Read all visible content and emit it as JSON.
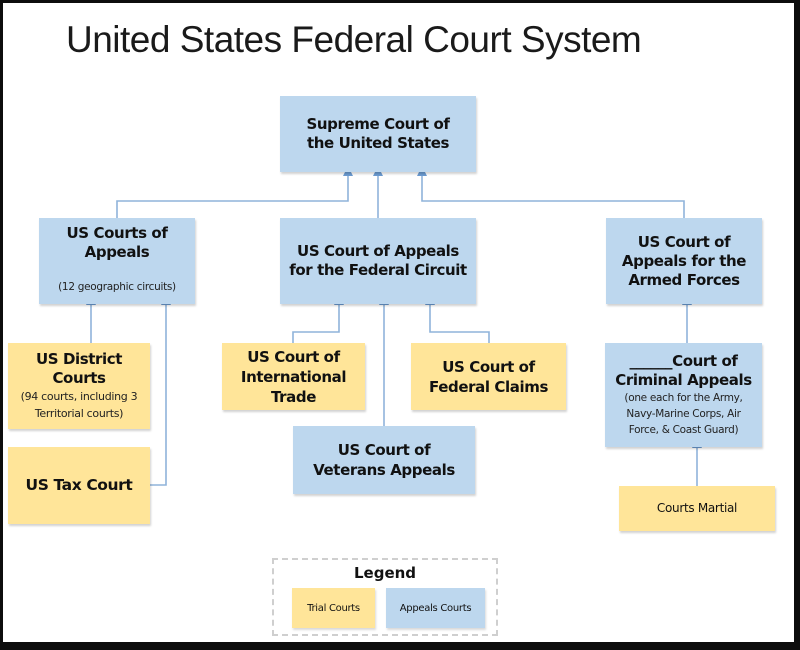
{
  "title": "United States Federal Court System",
  "colors": {
    "appeals": "#bdd7ee",
    "trial": "#ffe599",
    "connector": "#7fa7d0",
    "frame": "#0d0d0d"
  },
  "nodes": {
    "supreme": {
      "main": "Supreme Court of the United States",
      "type": "appeals"
    },
    "courts_of_appeals": {
      "main": "US Courts of Appeals",
      "sub": "(12 geographic circuits)",
      "type": "appeals"
    },
    "federal_circuit": {
      "main": "US Court of Appeals for the Federal Circuit",
      "type": "appeals"
    },
    "armed_forces": {
      "main": "US Court of Appeals for the Armed Forces",
      "type": "appeals"
    },
    "district_courts": {
      "main": "US District Courts",
      "sub": "(94 courts, including 3 Territorial courts)",
      "type": "trial"
    },
    "tax_court": {
      "main": "US Tax Court",
      "type": "trial"
    },
    "international_trade": {
      "main": "US Court of International Trade",
      "type": "trial"
    },
    "federal_claims": {
      "main": "US Court of Federal Claims",
      "type": "trial"
    },
    "veterans_appeals": {
      "main": "US Court of Veterans Appeals",
      "type": "appeals"
    },
    "criminal_appeals": {
      "main": "______Court of Criminal Appeals",
      "sub": "(one each for the Army, Navy-Marine Corps, Air Force, & Coast Guard)",
      "type": "appeals"
    },
    "courts_martial": {
      "main": "Courts Martial",
      "type": "trial"
    }
  },
  "edges": [
    {
      "from": "courts_of_appeals",
      "to": "supreme"
    },
    {
      "from": "federal_circuit",
      "to": "supreme"
    },
    {
      "from": "armed_forces",
      "to": "supreme"
    },
    {
      "from": "district_courts",
      "to": "courts_of_appeals"
    },
    {
      "from": "tax_court",
      "to": "courts_of_appeals"
    },
    {
      "from": "international_trade",
      "to": "federal_circuit"
    },
    {
      "from": "veterans_appeals",
      "to": "federal_circuit"
    },
    {
      "from": "federal_claims",
      "to": "federal_circuit"
    },
    {
      "from": "courts_martial",
      "to": "criminal_appeals"
    },
    {
      "from": "criminal_appeals",
      "to": "armed_forces"
    }
  ],
  "legend": {
    "title": "Legend",
    "items": [
      {
        "label": "Trial Courts",
        "type": "trial"
      },
      {
        "label": "Appeals Courts",
        "type": "appeals"
      }
    ]
  }
}
